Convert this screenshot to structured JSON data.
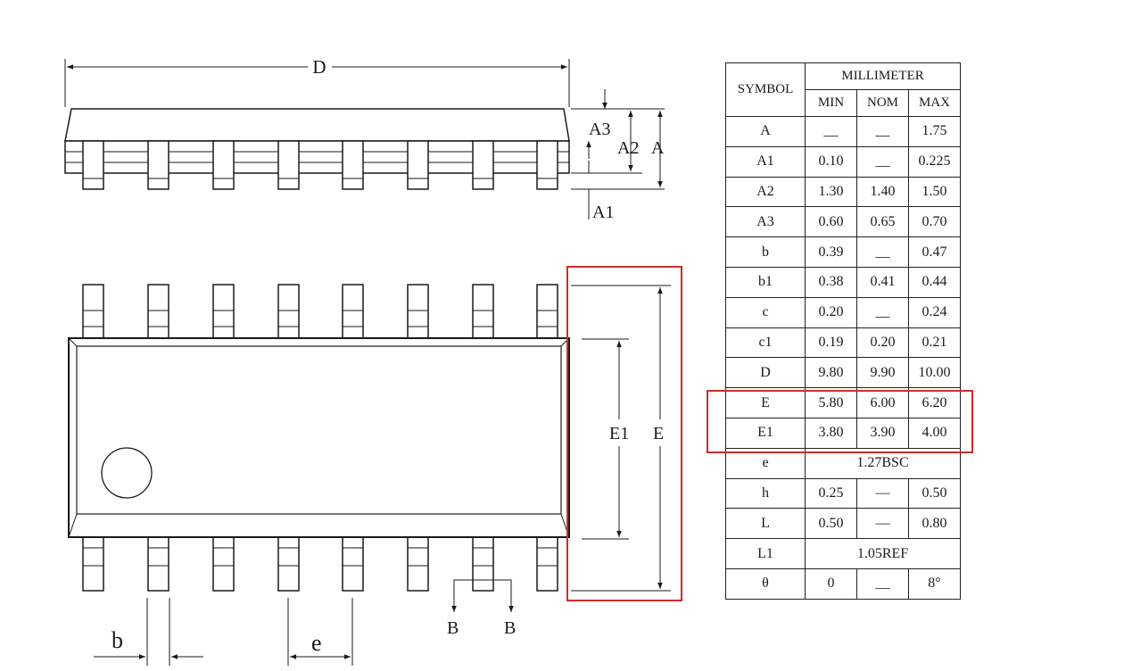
{
  "drawing": {
    "labels": {
      "D": "D",
      "A3": "A3",
      "A2": "A2",
      "A": "A",
      "A1": "A1",
      "E1": "E1",
      "E": "E",
      "b": "b",
      "e": "e",
      "B_left": "B",
      "B_right": "B"
    }
  },
  "table": {
    "symbol_header": "SYMBOL",
    "unit_header": "MILLIMETER",
    "sub_headers": [
      "MIN",
      "NOM",
      "MAX"
    ],
    "rows": [
      {
        "symbol": "A",
        "min": "__",
        "nom": "__",
        "max": "1.75"
      },
      {
        "symbol": "A1",
        "min": "0.10",
        "nom": "__",
        "max": "0.225"
      },
      {
        "symbol": "A2",
        "min": "1.30",
        "nom": "1.40",
        "max": "1.50"
      },
      {
        "symbol": "A3",
        "min": "0.60",
        "nom": "0.65",
        "max": "0.70"
      },
      {
        "symbol": "b",
        "min": "0.39",
        "nom": "__",
        "max": "0.47"
      },
      {
        "symbol": "b1",
        "min": "0.38",
        "nom": "0.41",
        "max": "0.44"
      },
      {
        "symbol": "c",
        "min": "0.20",
        "nom": "__",
        "max": "0.24"
      },
      {
        "symbol": "c1",
        "min": "0.19",
        "nom": "0.20",
        "max": "0.21"
      },
      {
        "symbol": "D",
        "min": "9.80",
        "nom": "9.90",
        "max": "10.00"
      },
      {
        "symbol": "E",
        "min": "5.80",
        "nom": "6.00",
        "max": "6.20"
      },
      {
        "symbol": "E1",
        "min": "3.80",
        "nom": "3.90",
        "max": "4.00"
      },
      {
        "symbol": "e",
        "span": "1.27BSC"
      },
      {
        "symbol": "h",
        "min": "0.25",
        "nom": "—",
        "max": "0.50"
      },
      {
        "symbol": "L",
        "min": "0.50",
        "nom": "—",
        "max": "0.80"
      },
      {
        "symbol": "L1",
        "span": "1.05REF"
      },
      {
        "symbol": "θ",
        "min": "0",
        "nom": "__",
        "max": "8°"
      }
    ]
  },
  "highlight_color": "#c8302b"
}
